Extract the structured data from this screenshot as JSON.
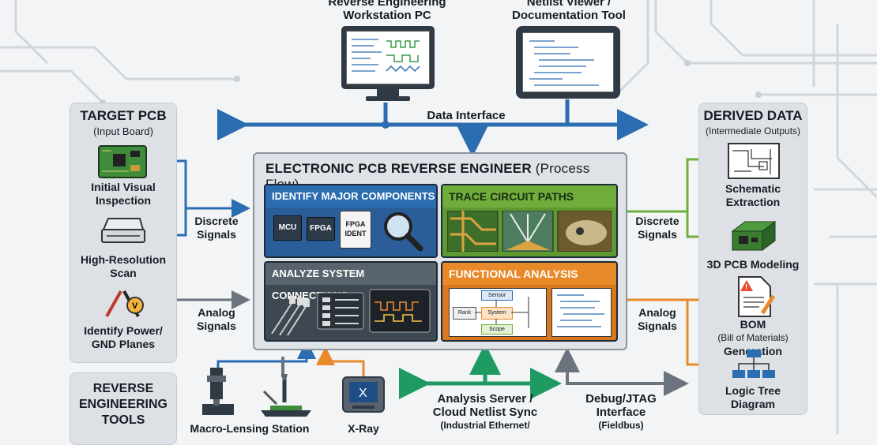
{
  "top": {
    "workstation": {
      "line1": "Reverse Engineering",
      "line2": "Workstation PC"
    },
    "netlist": {
      "line1": "Netlist Viewer /",
      "line2": "Documentation Tool"
    },
    "data_interface": "Data Interface"
  },
  "left_panel": {
    "title": "TARGET PCB",
    "subtitle": "(Input Board)",
    "items": [
      {
        "line1": "Initial Visual",
        "line2": "Inspection"
      },
      {
        "line1": "High-Resolution",
        "line2": "Scan"
      },
      {
        "line1": "Identify Power/",
        "line2": "GND Planes"
      }
    ]
  },
  "tools_panel": {
    "line1": "REVERSE",
    "line2": "ENGINEERING",
    "line3": "TOOLS"
  },
  "main": {
    "title": "ELECTRONIC PCB REVERSE ENGINEER",
    "title_suffix": "(Process Flow)",
    "q1": {
      "title": "IDENTIFY MAJOR COMPONENTS",
      "chips": [
        "MCU",
        "FPGA",
        "FPGA",
        "IDENT"
      ]
    },
    "q2": {
      "title": "TRACE CIRCUIT PATHS"
    },
    "q3": {
      "title": "ANALYZE SYSTEM CONNECTIONS"
    },
    "q4": {
      "title": "FUNCTIONAL ANALYSIS",
      "blocks": [
        "Sensor",
        "System",
        "Scope",
        "Rank"
      ]
    }
  },
  "signals": {
    "left_discrete": {
      "line1": "Discrete",
      "line2": "Signals"
    },
    "left_analog": {
      "line1": "Analog",
      "line2": "Signals"
    },
    "right_discrete": {
      "line1": "Discrete",
      "line2": "Signals"
    },
    "right_analog": {
      "line1": "Analog",
      "line2": "Signals"
    }
  },
  "right_panel": {
    "title": "DERIVED DATA",
    "subtitle": "(Intermediate Outputs)",
    "items": [
      {
        "line1": "Schematic",
        "line2": "Extraction"
      },
      {
        "line1": "3D PCB Modeling",
        "line2": ""
      },
      {
        "line1": "BOM",
        "line1b": "(Bill of Materials)",
        "line2": "Generation"
      },
      {
        "line1": "Logic Tree",
        "line2": "Diagram"
      }
    ]
  },
  "bottom": {
    "macro": "Macro-Lensing Station",
    "xray": "X-Ray",
    "server": {
      "line1": "Analysis Server /",
      "line2": "Cloud Netlist Sync",
      "line3": "(Industrial Ethernet/"
    },
    "debug": {
      "line1": "Debug/JTAG",
      "line2": "Interface",
      "line3": "(Fieldbus)"
    }
  },
  "colors": {
    "blue": "#2a6db0",
    "green": "#6fae3a",
    "orange": "#e8892a",
    "gray": "#6b747d",
    "teal": "#1e9a63"
  }
}
